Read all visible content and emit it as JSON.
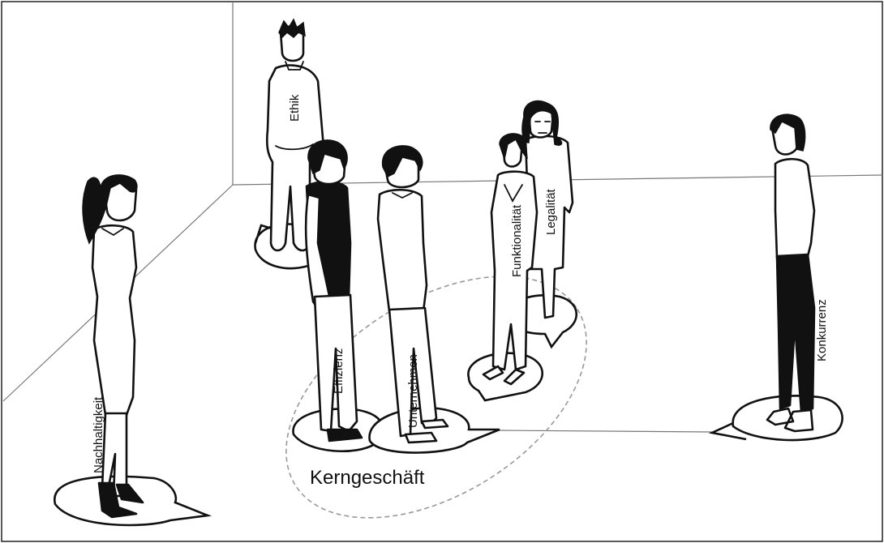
{
  "figures": {
    "ethik": "Ethik",
    "effizienz": "Effizienz",
    "unternehmen": "Unternehmen",
    "funktionalitaet": "Funktionalität",
    "legalitaet": "Legalität",
    "nachhaltigkeit": "Nachhaltigkeit",
    "konkurrenz": "Konkurrenz"
  },
  "group": {
    "label": "Kerngeschäft"
  }
}
